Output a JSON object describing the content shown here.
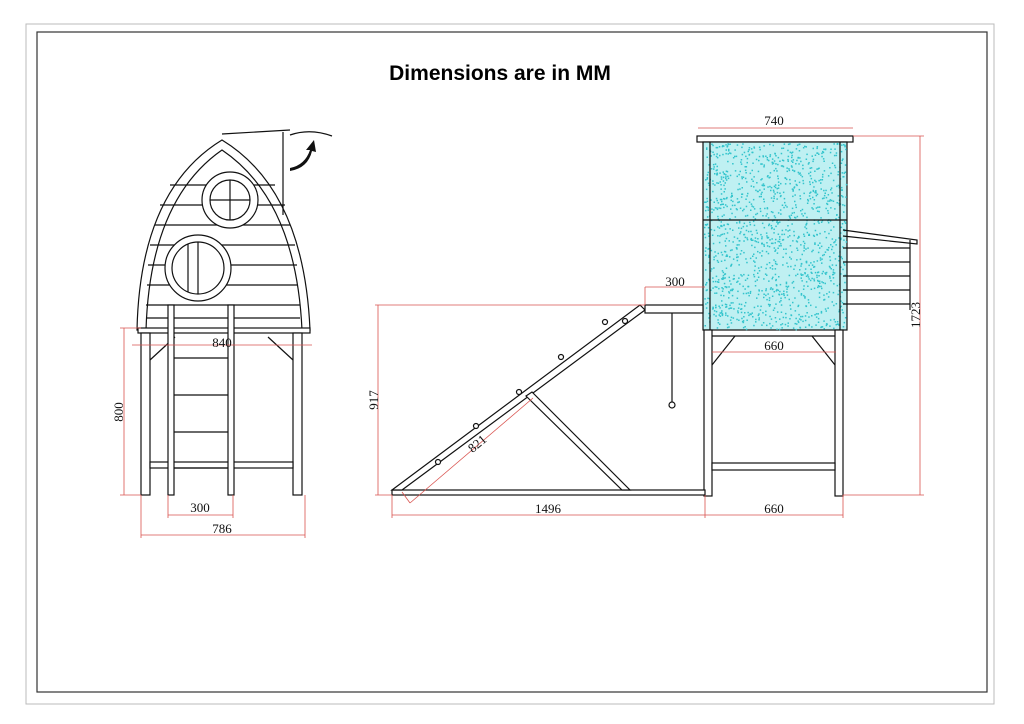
{
  "title": "Dimensions are in MM",
  "front_view": {
    "dimensions": {
      "platform_width": "840",
      "leg_height": "800",
      "ladder_width": "300",
      "base_width": "786"
    }
  },
  "side_view": {
    "dimensions": {
      "roof_width": "740",
      "total_height": "1723",
      "deck_length": "300",
      "deck_height": "917",
      "ramp_length": "821",
      "ramp_base": "1496",
      "base_depth": "660",
      "frame_depth": "660"
    }
  },
  "colors": {
    "dimension_lines": "#d9534f",
    "house_fill": "#bff0f2",
    "speckle": "#33c4cc"
  }
}
